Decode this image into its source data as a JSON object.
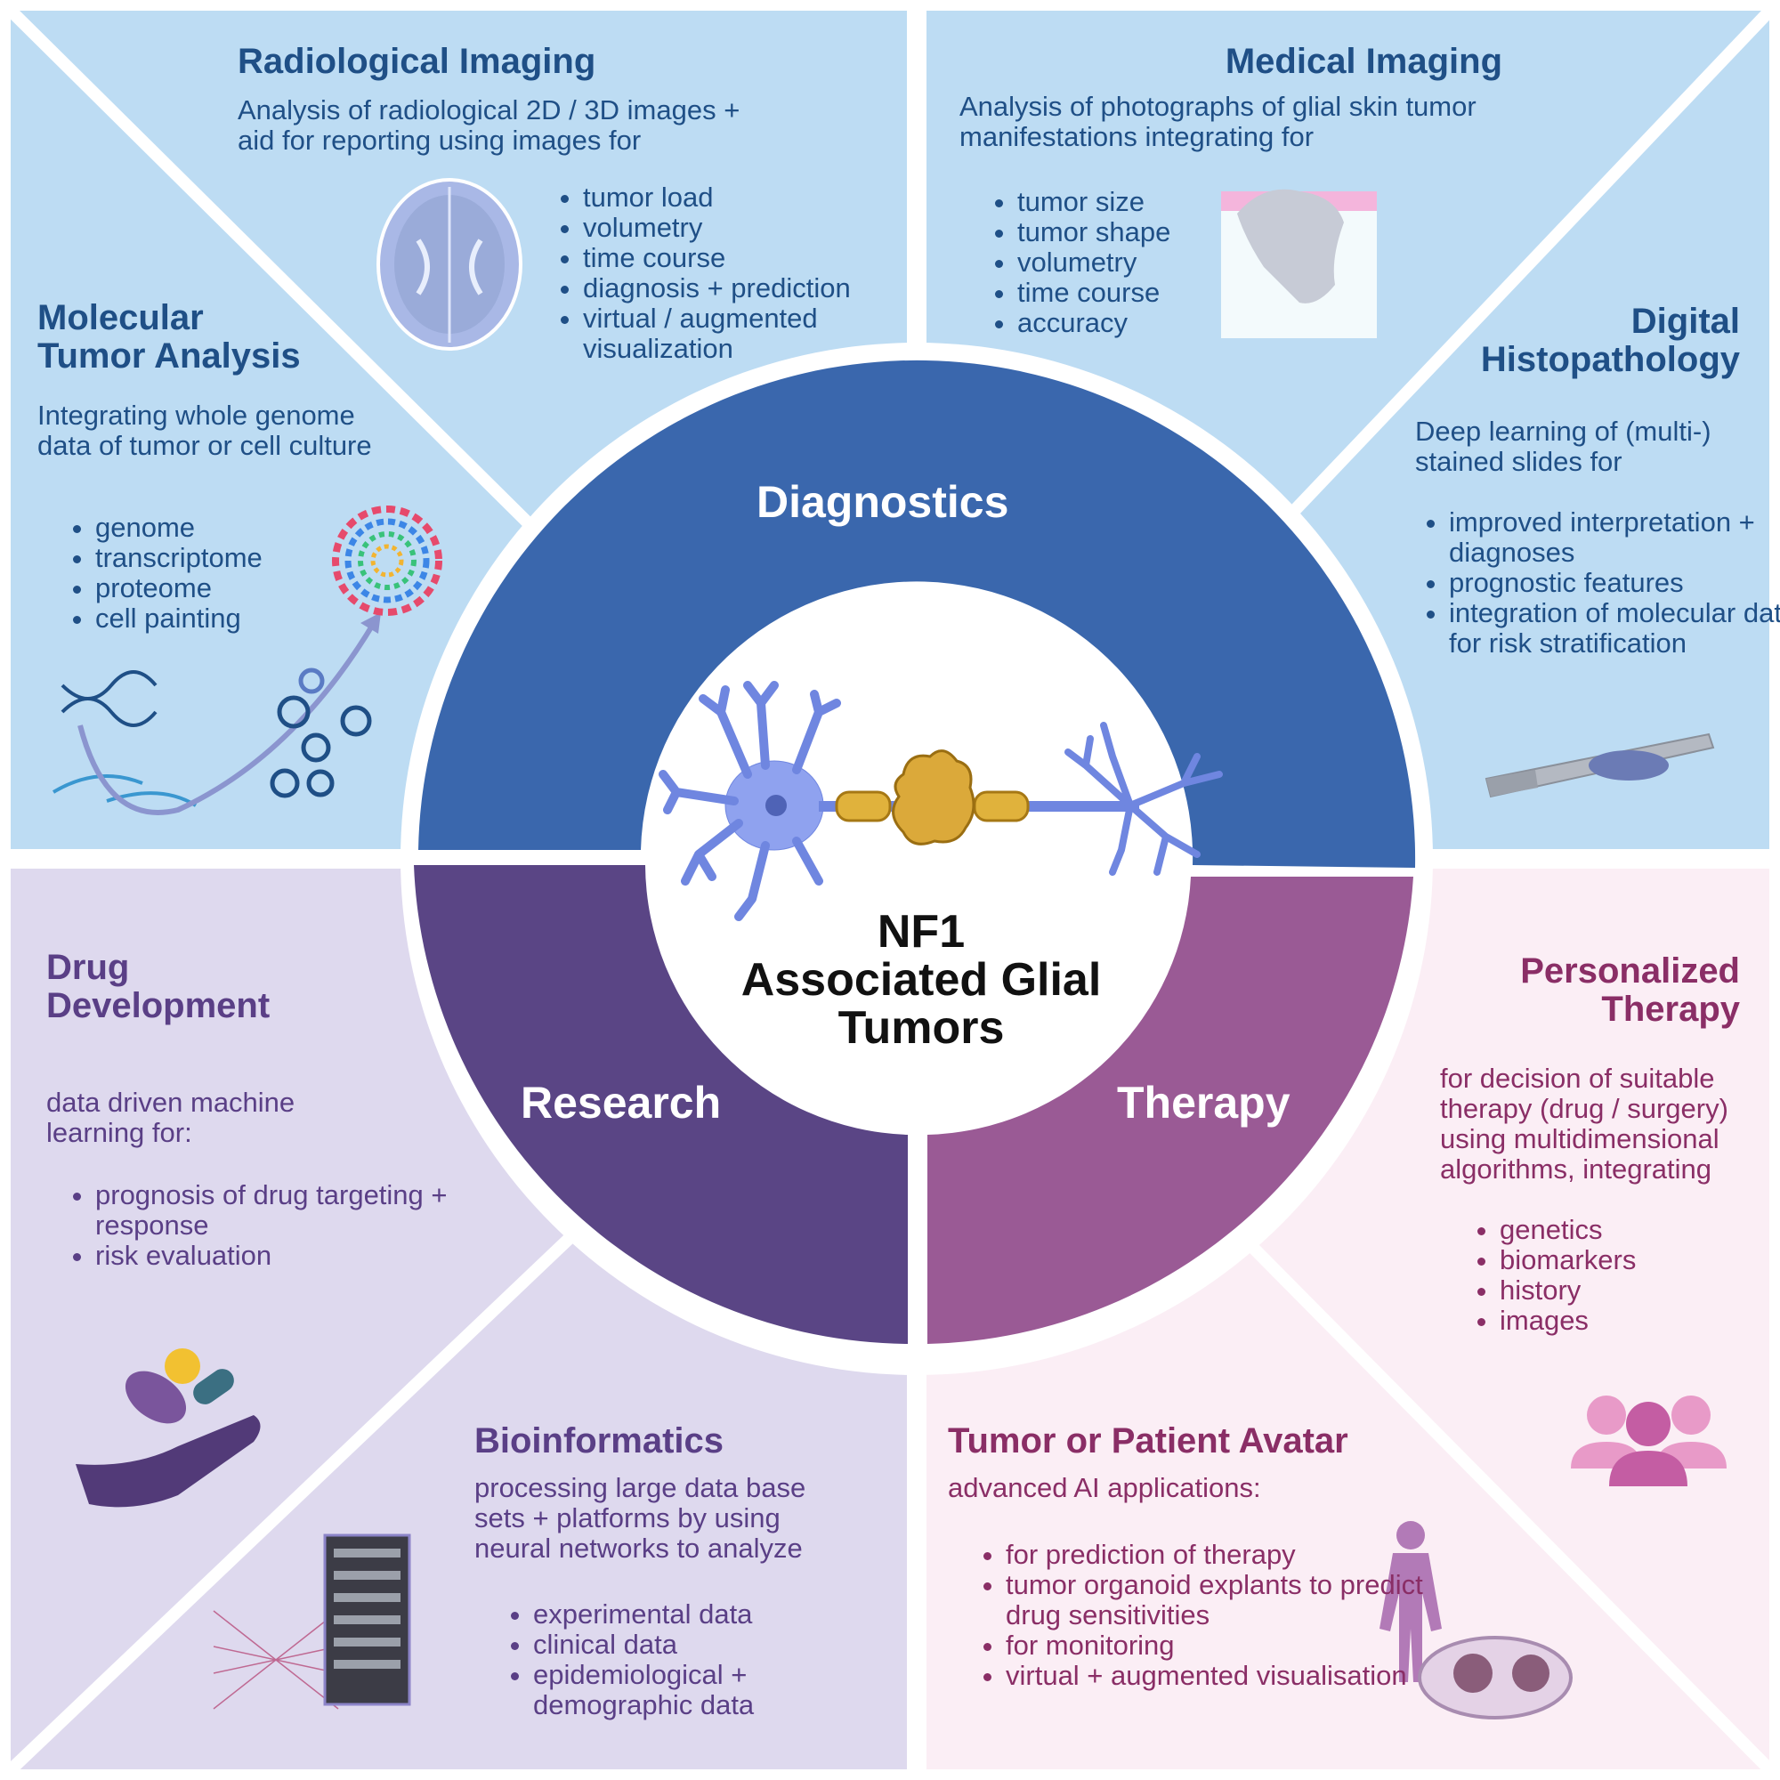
{
  "colors": {
    "diagnostics_bg": "#bddcf3",
    "research_bg": "#ded9ee",
    "therapy_bg": "#fbeef5",
    "diagnostics_ring": "#3a67ad",
    "research_ring": "#5a4585",
    "therapy_ring": "#9a5a95",
    "blue_text": "#1f4f86",
    "purple_text": "#5a3f86",
    "pink_text": "#8a2e66"
  },
  "center": {
    "title_line1": "NF1",
    "title_line2": "Associated Glial",
    "title_line3": "Tumors"
  },
  "ring": {
    "diagnostics_label": "Diagnostics",
    "research_label": "Research",
    "therapy_label": "Therapy"
  },
  "radiological": {
    "title": "Radiological Imaging",
    "desc_line1": "Analysis of radiological 2D / 3D images +",
    "desc_line2": "aid for reporting using images for",
    "items": [
      "tumor load",
      "volumetry",
      "time course",
      "diagnosis + prediction",
      "virtual / augmented visualization"
    ]
  },
  "medical": {
    "title": "Medical Imaging",
    "desc_line1": "Analysis of photographs of glial skin tumor",
    "desc_line2": "manifestations integrating for",
    "items": [
      "tumor size",
      "tumor shape",
      "volumetry",
      "time course",
      "accuracy"
    ]
  },
  "molecular": {
    "title_line1": "Molecular",
    "title_line2": "Tumor Analysis",
    "desc_line1": "Integrating whole genome",
    "desc_line2": "data of tumor or cell culture",
    "items": [
      "genome",
      "transcriptome",
      "proteome",
      "cell painting"
    ]
  },
  "histo": {
    "title_line1": "Digital",
    "title_line2": "Histopathology",
    "desc_line1": "Deep learning of (multi-)",
    "desc_line2": "stained slides for",
    "items": [
      "improved interpretation + diagnoses",
      "prognostic features",
      "integration of molecular data for risk stratification"
    ]
  },
  "drug": {
    "title_line1": "Drug",
    "title_line2": "Development",
    "desc_line1": "data driven machine",
    "desc_line2": "learning for:",
    "items": [
      "prognosis of drug targeting + response",
      "risk evaluation"
    ]
  },
  "personalized": {
    "title_line1": "Personalized",
    "title_line2": "Therapy",
    "desc_line1": "for decision of suitable",
    "desc_line2": "therapy (drug / surgery)",
    "desc_line3": "using multidimensional",
    "desc_line4": "algorithms, integrating",
    "items": [
      "genetics",
      "biomarkers",
      "history",
      "images"
    ]
  },
  "bioinformatics": {
    "title": "Bioinformatics",
    "desc_line1": "processing large data base",
    "desc_line2": "sets + platforms by using",
    "desc_line3": "neural networks to analyze",
    "items": [
      "experimental data",
      "clinical data",
      "epidemiological + demographic data"
    ]
  },
  "avatar": {
    "title": "Tumor or Patient Avatar",
    "desc_line1": "advanced AI applications:",
    "items": [
      "for prediction of therapy",
      "tumor organoid explants to predict drug sensitivities",
      "for monitoring",
      "virtual + augmented visualisation"
    ]
  },
  "icons": [
    "brain-scan-icon",
    "skin-tumor-icon",
    "dna-helix-icon",
    "circos-plot-icon",
    "microscope-slide-icon",
    "pills-hand-icon",
    "people-group-icon",
    "server-network-icon",
    "human-figure-icon",
    "petri-dish-icon",
    "neuron-icon"
  ]
}
